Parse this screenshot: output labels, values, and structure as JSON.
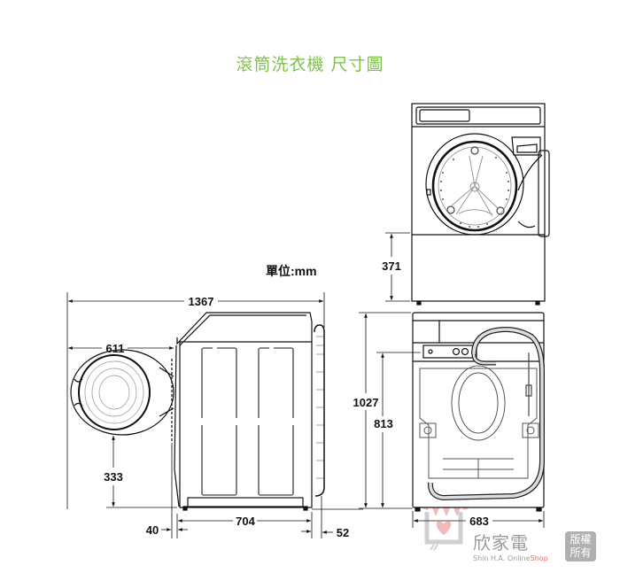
{
  "title": "滾筒洗衣機 尺寸圖",
  "unit_label": "單位:mm",
  "colors": {
    "title": "#7dc24b",
    "line": "#111111",
    "watermark_red": "#e88080",
    "watermark_gray": "#aaaaaa"
  },
  "dimensions": {
    "overall_depth_door_open": "1367",
    "door_depth": "611",
    "door_bottom_height": "333",
    "front_offset": "40",
    "body_depth": "704",
    "rear_offset": "52",
    "door_center_base_height": "371",
    "overall_height": "1027",
    "rear_connection_height": "813",
    "width": "683"
  },
  "views": [
    "side-view",
    "front-view",
    "rear-view"
  ],
  "watermark": {
    "brand_cn": "欣家電",
    "brand_en_prefix": "Shin H.A. Online",
    "brand_en_suffix": "Shop",
    "badge_line1": "版權",
    "badge_line2": "所有"
  }
}
